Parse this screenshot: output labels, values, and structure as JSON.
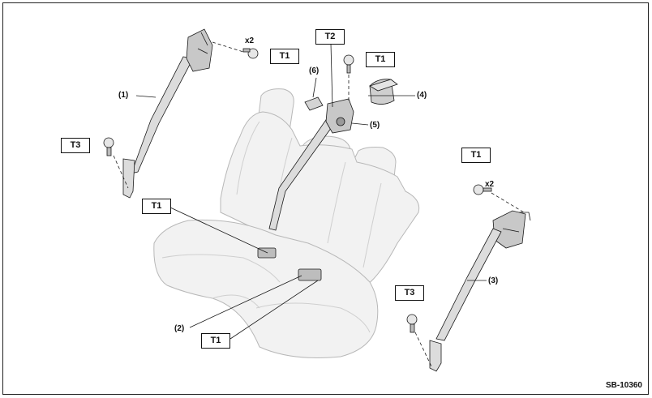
{
  "torque_labels": {
    "t1_top": "T1",
    "t2": "T2",
    "t1_center": "T1",
    "t3_left": "T3",
    "t1_left": "T1",
    "t1_right": "T1",
    "t3_right": "T3",
    "t1_bottom": "T1"
  },
  "qty_labels": {
    "top": "x2",
    "right": "x2"
  },
  "part_labels": {
    "p1": "(1)",
    "p2": "(2)",
    "p3": "(3)",
    "p4": "(4)",
    "p5": "(5)",
    "p6": "(6)"
  },
  "figure_code": "SB-10360",
  "colors": {
    "line": "#1a1a1a",
    "seat_fill": "#f2f2f2",
    "seat_stroke": "#b8b8b8",
    "belt_fill": "#dcdcdc",
    "part_fill": "#cfcfcf"
  }
}
